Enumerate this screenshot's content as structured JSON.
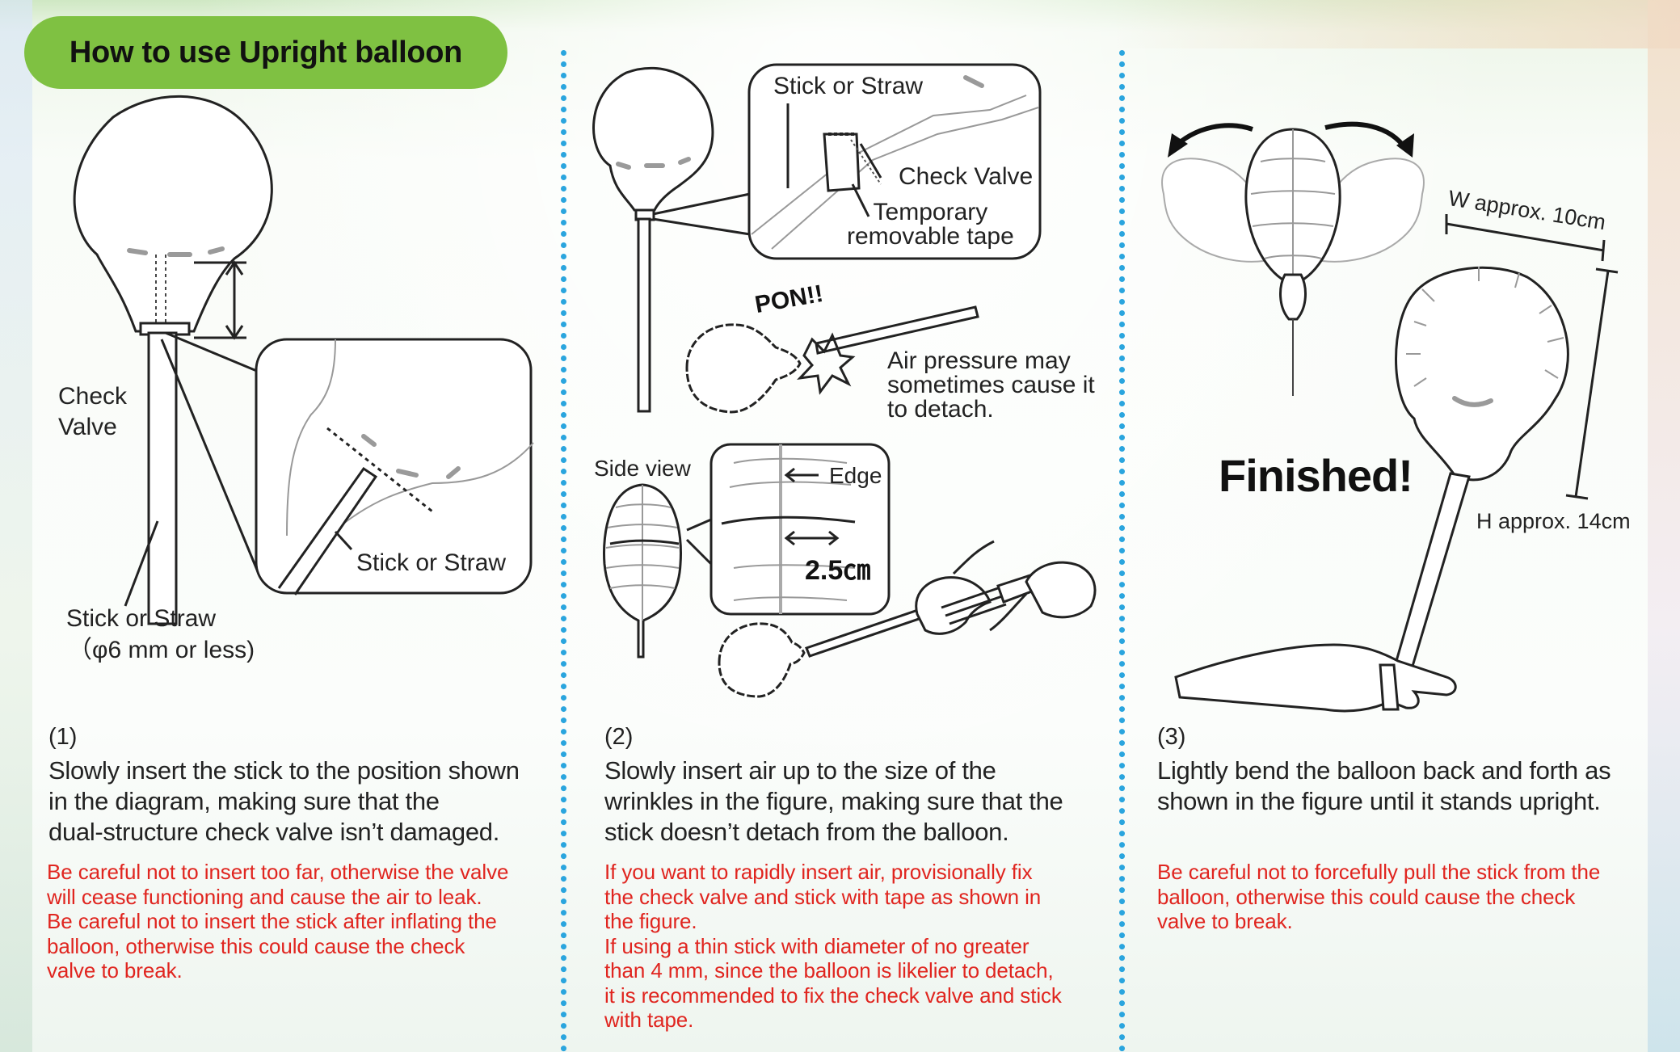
{
  "title": "How to use Upright balloon",
  "colors": {
    "title_bg": "#7fc142",
    "divider": "#2aa5de",
    "warning": "#e0251f",
    "text": "#222222"
  },
  "panel1": {
    "label_check_valve": [
      "Check",
      "Valve"
    ],
    "label_stick": "Stick or Straw",
    "label_stick_size": "（φ6 mm or less)",
    "label_zoom_stick": "Stick or Straw",
    "step_number": "(1)",
    "instruction": [
      "Slowly insert the stick to the position shown",
      "in the diagram, making sure that the",
      "dual-structure check valve isn’t damaged."
    ],
    "warning": [
      "Be careful not to insert too far, otherwise the valve",
      "will cease functioning and cause the air to leak.",
      "Be careful not to insert the stick after inflating the",
      "balloon, otherwise this could cause the check",
      "valve to break."
    ]
  },
  "panel2": {
    "label_stick": "Stick or Straw",
    "label_check_valve": "Check Valve",
    "label_tape": [
      "Temporary",
      "removable tape"
    ],
    "pon": "PON!!",
    "label_air_pressure": [
      "Air pressure may",
      "sometimes cause it",
      "to detach."
    ],
    "label_side_view": "Side view",
    "label_edge": "Edge",
    "label_size": "2.5㎝",
    "step_number": "(2)",
    "instruction": [
      "Slowly insert air up to the size of the",
      "wrinkles in the figure, making sure that the",
      "stick doesn’t detach from the balloon."
    ],
    "warning": [
      "If you want to rapidly insert air, provisionally fix",
      "the check valve and stick with tape as shown in",
      "the figure.",
      "If using a thin stick with diameter of no greater",
      "than 4 mm, since the balloon is likelier to detach,",
      "it is recommended to fix the check valve and stick",
      "with tape."
    ]
  },
  "panel3": {
    "label_width": "W approx. 10cm",
    "label_height": "H approx. 14cm",
    "finished": "Finished!",
    "step_number": "(3)",
    "instruction": [
      "Lightly bend the balloon back and forth as",
      "shown in the figure until it stands upright."
    ],
    "warning": [
      "Be careful not to forcefully pull the stick from the",
      "balloon, otherwise this could cause the check",
      "valve to break."
    ]
  }
}
